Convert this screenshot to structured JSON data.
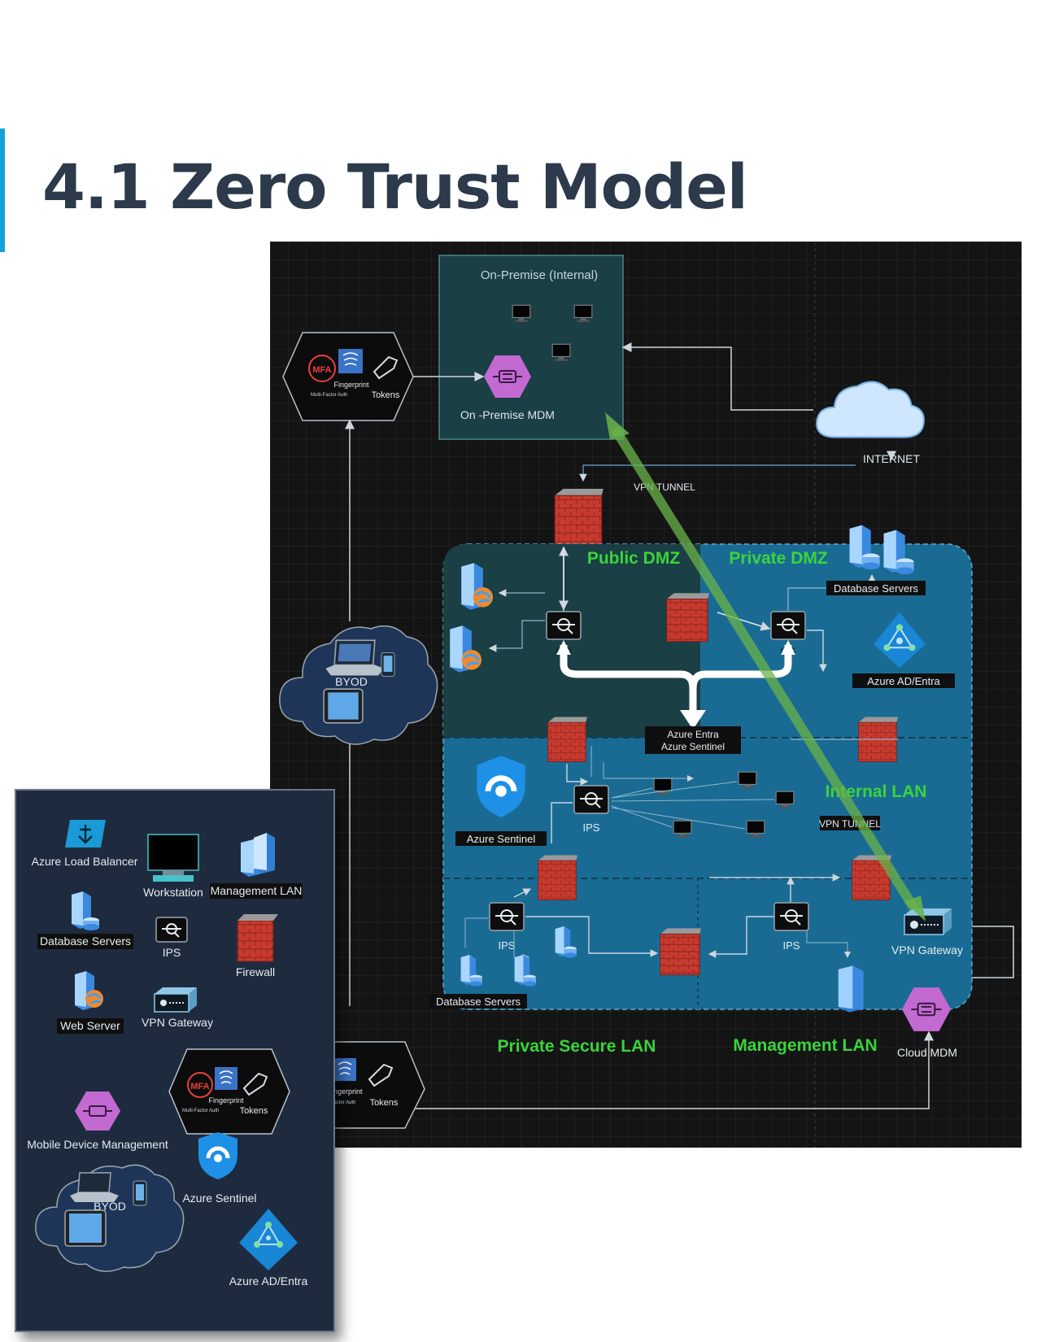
{
  "page": {
    "title": "4.1 Zero Trust Model"
  },
  "diagram": {
    "on_premise": {
      "title": "On-Premise (Internal)",
      "mdm_label": "On -Premise MDM"
    },
    "mfa_badge": {
      "mfa": "MFA",
      "fingerprint": "Fingerprint",
      "mfa_sub": "Multi-Factor Auth",
      "tokens": "Tokens"
    },
    "internet_label": "INTERNET",
    "vpn_tunnel_top": "VPN TUNNEL",
    "vpn_tunnel_bottom": "VPN TUNNEL",
    "zones": {
      "public_dmz": "Public DMZ",
      "private_dmz": "Private DMZ",
      "internal_lan": "Internal LAN",
      "private_secure_lan": "Private Secure LAN",
      "management_lan": "Management LAN"
    },
    "labels": {
      "database_servers_top": "Database Servers",
      "azure_ad": "Azure AD/Entra",
      "azure_entra_line1": "Azure Entra",
      "azure_entra_line2": "Azure Sentinel",
      "azure_sentinel": "Azure Sentinel",
      "ips": "IPS",
      "byod": "BYOD",
      "database_servers_bottom": "Database Servers",
      "vpn_gateway": "VPN Gateway",
      "cloud_mdm": "Cloud MDM"
    },
    "colors": {
      "background": "#141414",
      "zone_blue": "#1a6b94",
      "zone_teal": "#1a3f44",
      "zone_label_green": "#3ad43a",
      "tunnel_green": "#5fa33a",
      "firewall_red": "#c83a2e"
    }
  },
  "legend": {
    "items": {
      "azure_load_balancer": "Azure Load Balancer",
      "workstation": "Workstation",
      "management_lan": "Management LAN",
      "database_servers": "Database Servers",
      "ips": "IPS",
      "firewall": "Firewall",
      "web_server": "Web Server",
      "vpn_gateway": "VPN Gateway",
      "mfa": "MFA",
      "fingerprint": "Fingerprint",
      "mfa_sub": "Multi-Factor Auth",
      "tokens": "Tokens",
      "mobile_device_management": "Mobile Device Management",
      "byod": "BYOD",
      "azure_sentinel": "Azure Sentinel",
      "azure_ad": "Azure AD/Entra"
    }
  }
}
